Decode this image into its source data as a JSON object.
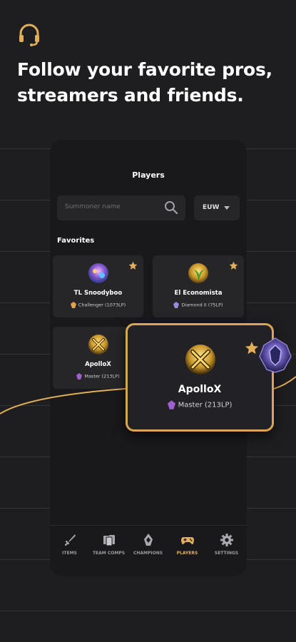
{
  "headline": "Follow your favorite pros, streamers and friends.",
  "players_screen": {
    "title": "Players",
    "search": {
      "placeholder": "Summoner name"
    },
    "region": {
      "selected": "EUW"
    },
    "favorites_title": "Favorites",
    "favorites": [
      {
        "name": "TL Snoodyboo",
        "rank": "Challenger (1073LP)"
      },
      {
        "name": "El Economista",
        "rank": "Diamond II (75LP)"
      },
      {
        "name": "ApolloX",
        "rank": "Master (213LP)"
      }
    ]
  },
  "highlight_card": {
    "name": "ApolloX",
    "rank": "Master (213LP)"
  },
  "tabs": [
    {
      "label": "ITEMS",
      "icon": "sword-icon"
    },
    {
      "label": "TEAM COMPS",
      "icon": "cards-icon"
    },
    {
      "label": "CHAMPIONS",
      "icon": "champion-helmet-icon"
    },
    {
      "label": "PLAYERS",
      "icon": "gamepad-icon",
      "active": true
    },
    {
      "label": "SETTINGS",
      "icon": "gear-icon"
    }
  ],
  "colors": {
    "background": "#1e1e20",
    "accent_gold": "#e2ae5a",
    "card": "#262629",
    "master_purple": "#a060d0"
  }
}
